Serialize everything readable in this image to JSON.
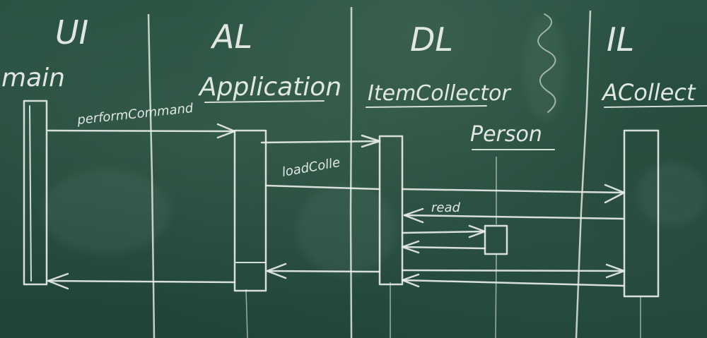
{
  "layers": [
    {
      "id": "ui",
      "label": "UI"
    },
    {
      "id": "al",
      "label": "AL"
    },
    {
      "id": "dl",
      "label": "DL"
    },
    {
      "id": "il",
      "label": "IL"
    }
  ],
  "participants": [
    {
      "id": "main",
      "label": "main"
    },
    {
      "id": "application",
      "label": "Application"
    },
    {
      "id": "item_collector",
      "label": "ItemCollector"
    },
    {
      "id": "person",
      "label": "Person"
    },
    {
      "id": "acollection",
      "label": "ACollect"
    }
  ],
  "messages": [
    {
      "id": "perform_command",
      "label": "performCommand"
    },
    {
      "id": "load_collection",
      "label": "loadColle"
    },
    {
      "id": "read",
      "label": "read"
    }
  ],
  "colors": {
    "board": "#23493a",
    "chalk": "#e7ece8"
  }
}
